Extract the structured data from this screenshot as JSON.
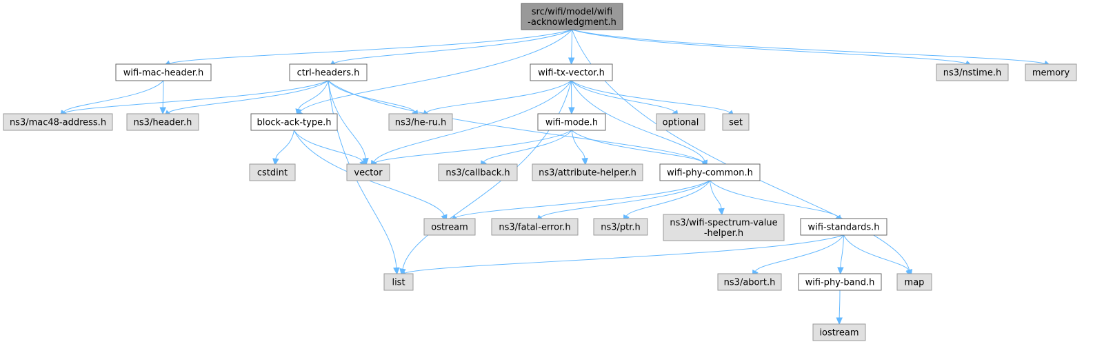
{
  "graph": {
    "nodes": [
      {
        "id": "root",
        "lines": [
          "src/wifi/model/wifi",
          "-acknowledgment.h"
        ],
        "kind": "root"
      },
      {
        "id": "wifi-mac-header",
        "lines": [
          "wifi-mac-header.h"
        ],
        "kind": "internal"
      },
      {
        "id": "ctrl-headers",
        "lines": [
          "ctrl-headers.h"
        ],
        "kind": "internal"
      },
      {
        "id": "wifi-tx-vector",
        "lines": [
          "wifi-tx-vector.h"
        ],
        "kind": "internal"
      },
      {
        "id": "ns3-nstime",
        "lines": [
          "ns3/nstime.h"
        ],
        "kind": "external"
      },
      {
        "id": "memory",
        "lines": [
          "memory"
        ],
        "kind": "external"
      },
      {
        "id": "ns3-mac48-address",
        "lines": [
          "ns3/mac48-address.h"
        ],
        "kind": "external"
      },
      {
        "id": "ns3-header",
        "lines": [
          "ns3/header.h"
        ],
        "kind": "external"
      },
      {
        "id": "block-ack-type",
        "lines": [
          "block-ack-type.h"
        ],
        "kind": "internal"
      },
      {
        "id": "ns3-he-ru",
        "lines": [
          "ns3/he-ru.h"
        ],
        "kind": "external"
      },
      {
        "id": "wifi-mode",
        "lines": [
          "wifi-mode.h"
        ],
        "kind": "internal"
      },
      {
        "id": "optional",
        "lines": [
          "optional"
        ],
        "kind": "external"
      },
      {
        "id": "set",
        "lines": [
          "set"
        ],
        "kind": "external"
      },
      {
        "id": "cstdint",
        "lines": [
          "cstdint"
        ],
        "kind": "external"
      },
      {
        "id": "vector",
        "lines": [
          "vector"
        ],
        "kind": "external"
      },
      {
        "id": "ns3-callback",
        "lines": [
          "ns3/callback.h"
        ],
        "kind": "external"
      },
      {
        "id": "ns3-attribute-helper",
        "lines": [
          "ns3/attribute-helper.h"
        ],
        "kind": "external"
      },
      {
        "id": "wifi-phy-common",
        "lines": [
          "wifi-phy-common.h"
        ],
        "kind": "internal"
      },
      {
        "id": "ostream",
        "lines": [
          "ostream"
        ],
        "kind": "external"
      },
      {
        "id": "ns3-fatal-error",
        "lines": [
          "ns3/fatal-error.h"
        ],
        "kind": "external"
      },
      {
        "id": "ns3-ptr",
        "lines": [
          "ns3/ptr.h"
        ],
        "kind": "external"
      },
      {
        "id": "ns3-wifi-spectrum-value-helper",
        "lines": [
          "ns3/wifi-spectrum-value",
          "-helper.h"
        ],
        "kind": "external"
      },
      {
        "id": "wifi-standards",
        "lines": [
          "wifi-standards.h"
        ],
        "kind": "internal"
      },
      {
        "id": "list",
        "lines": [
          "list"
        ],
        "kind": "external"
      },
      {
        "id": "ns3-abort",
        "lines": [
          "ns3/abort.h"
        ],
        "kind": "external"
      },
      {
        "id": "wifi-phy-band",
        "lines": [
          "wifi-phy-band.h"
        ],
        "kind": "internal"
      },
      {
        "id": "map",
        "lines": [
          "map"
        ],
        "kind": "external"
      },
      {
        "id": "iostream",
        "lines": [
          "iostream"
        ],
        "kind": "external"
      }
    ],
    "edges": [
      [
        "root",
        "wifi-mac-header"
      ],
      [
        "root",
        "ctrl-headers"
      ],
      [
        "root",
        "block-ack-type"
      ],
      [
        "root",
        "wifi-tx-vector"
      ],
      [
        "root",
        "map"
      ],
      [
        "root",
        "ns3-nstime"
      ],
      [
        "root",
        "memory"
      ],
      [
        "wifi-mac-header",
        "ns3-mac48-address"
      ],
      [
        "wifi-mac-header",
        "ns3-header"
      ],
      [
        "ctrl-headers",
        "ns3-mac48-address"
      ],
      [
        "ctrl-headers",
        "ns3-header"
      ],
      [
        "ctrl-headers",
        "block-ack-type"
      ],
      [
        "ctrl-headers",
        "vector"
      ],
      [
        "ctrl-headers",
        "list"
      ],
      [
        "ctrl-headers",
        "ns3-he-ru"
      ],
      [
        "ctrl-headers",
        "wifi-phy-common"
      ],
      [
        "block-ack-type",
        "cstdint"
      ],
      [
        "block-ack-type",
        "vector"
      ],
      [
        "block-ack-type",
        "ostream"
      ],
      [
        "wifi-tx-vector",
        "ns3-he-ru"
      ],
      [
        "wifi-tx-vector",
        "vector"
      ],
      [
        "wifi-tx-vector",
        "list"
      ],
      [
        "wifi-tx-vector",
        "wifi-mode"
      ],
      [
        "wifi-tx-vector",
        "optional"
      ],
      [
        "wifi-tx-vector",
        "set"
      ],
      [
        "wifi-tx-vector",
        "wifi-phy-common"
      ],
      [
        "wifi-mode",
        "vector"
      ],
      [
        "wifi-mode",
        "ns3-callback"
      ],
      [
        "wifi-mode",
        "ns3-attribute-helper"
      ],
      [
        "wifi-mode",
        "wifi-phy-common"
      ],
      [
        "wifi-phy-common",
        "ostream"
      ],
      [
        "wifi-phy-common",
        "ns3-fatal-error"
      ],
      [
        "wifi-phy-common",
        "ns3-ptr"
      ],
      [
        "wifi-phy-common",
        "ns3-wifi-spectrum-value-helper"
      ],
      [
        "wifi-phy-common",
        "wifi-standards"
      ],
      [
        "wifi-standards",
        "list"
      ],
      [
        "wifi-standards",
        "ns3-abort"
      ],
      [
        "wifi-standards",
        "wifi-phy-band"
      ],
      [
        "wifi-standards",
        "map"
      ],
      [
        "wifi-phy-band",
        "iostream"
      ]
    ]
  }
}
